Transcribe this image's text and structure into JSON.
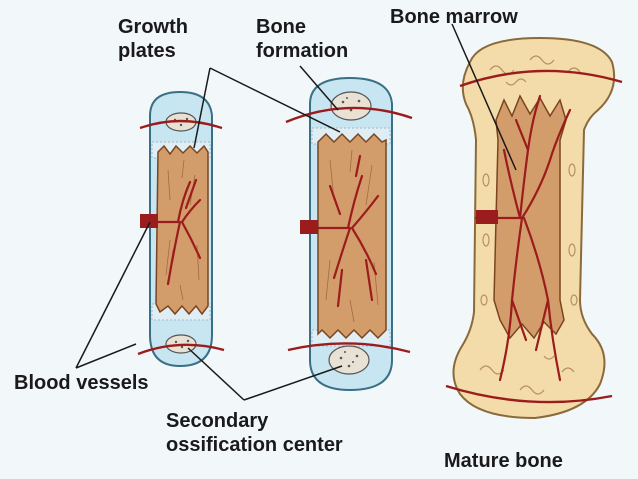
{
  "labels": {
    "growth_plates_1": "Growth",
    "growth_plates_2": "plates",
    "bone_formation_1": "Bone",
    "bone_formation_2": "formation",
    "bone_marrow": "Bone marrow",
    "blood_vessels": "Blood vessels",
    "secondary_ossification_1": "Secondary",
    "secondary_ossification_2": "ossification center",
    "mature_bone": "Mature bone"
  },
  "colors": {
    "background": "#f2f7fa",
    "cartilage": "#c8e6f2",
    "cartilage_outline": "#3a6f86",
    "bone_tissue": "#d39c6b",
    "bone_tissue_outline": "#7a4420",
    "compact_bone": "#f3dcaa",
    "vessel": "#9b1c1c",
    "leader_line": "#1a1a1a"
  }
}
